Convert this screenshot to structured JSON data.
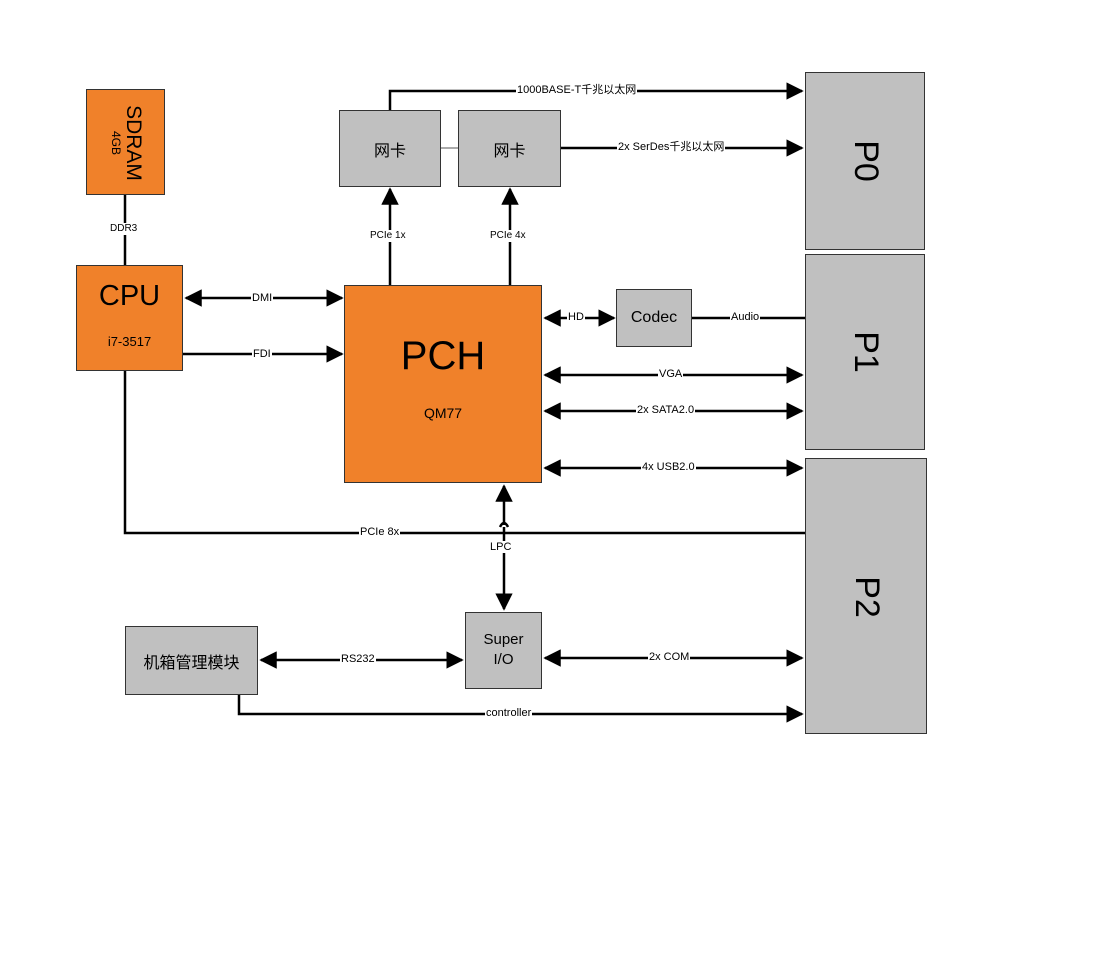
{
  "blocks": {
    "sdram": {
      "name": "SDRAM",
      "size": "4GB"
    },
    "cpu": {
      "name": "CPU",
      "model": "i7-3517"
    },
    "pch": {
      "name": "PCH",
      "model": "QM77"
    },
    "nic1": {
      "name": "网卡"
    },
    "nic2": {
      "name": "网卡"
    },
    "codec": {
      "name": "Codec"
    },
    "superio": {
      "name_line1": "Super",
      "name_line2": "I/O"
    },
    "chassis": {
      "name": "机箱管理模块"
    },
    "p0": {
      "name": "P0"
    },
    "p1": {
      "name": "P1"
    },
    "p2": {
      "name": "P2"
    }
  },
  "links": {
    "ddr3": "DDR3",
    "dmi": "DMI",
    "fdi": "FDI",
    "pcie1x": "PCIe 1x",
    "pcie4x": "PCIe 4x",
    "gbe": "1000BASE-T千兆以太网",
    "serdes": "2x SerDes千兆以太网",
    "hd": "HD",
    "audio": "Audio",
    "vga": "VGA",
    "sata": "2x SATA2.0",
    "usb": "4x USB2.0",
    "pcie8x": "PCIe 8x",
    "lpc": "LPC",
    "rs232": "RS232",
    "com": "2x COM",
    "controller": "controller"
  },
  "colors": {
    "orange": "#f0812a",
    "gray": "#c0c0c0",
    "line": "#000000"
  }
}
